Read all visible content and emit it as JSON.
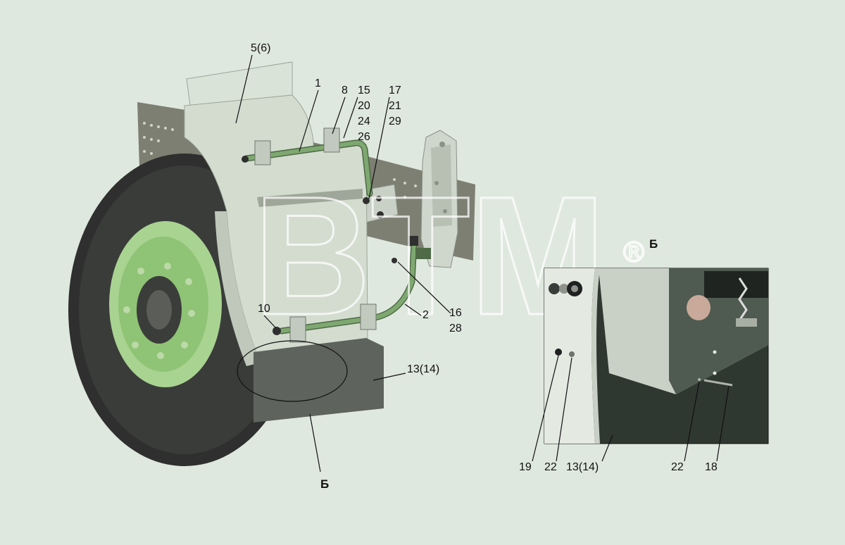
{
  "watermark": {
    "text": "BTM",
    "mark": "®"
  },
  "view_label": "Б",
  "callouts": {
    "c5_6": "5(6)",
    "c1": "1",
    "c8": "8",
    "c15": "15",
    "c20": "20",
    "c24": "24",
    "c26": "26",
    "c17": "17",
    "c21": "21",
    "c29": "29",
    "c10": "10",
    "c2": "2",
    "c16": "16",
    "c28": "28",
    "c13_14": "13(14)",
    "cB": "Б"
  },
  "detail_callouts": {
    "c19": "19",
    "c22a": "22",
    "c13_14": "13(14)",
    "c22b": "22",
    "c18": "18"
  },
  "colors": {
    "background": "#dfe8df",
    "tire": "#2e2f2e",
    "rim": "#a9d391",
    "fender": "#d4dcd0",
    "frame": "#7d7f73",
    "mudflap": "#5f635d",
    "tube": "#7ea870"
  }
}
